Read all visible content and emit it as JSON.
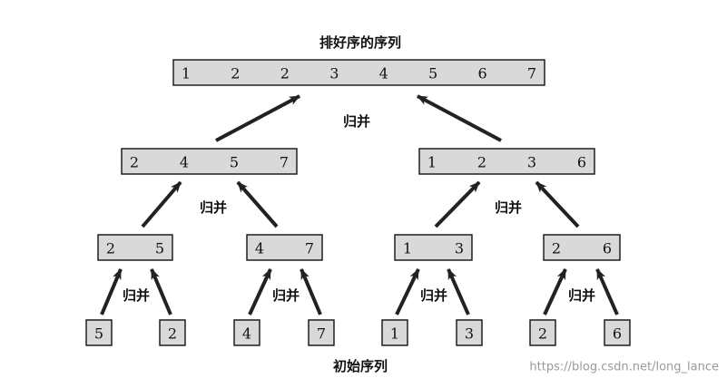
{
  "title_top": "排好序的序列",
  "title_bottom": "初始序列",
  "merge_label": "归并",
  "watermark": "https://blog.csdn.net/long_lance",
  "colors": {
    "box_fill": "#d9d9d9",
    "stroke": "#111111",
    "arrow": "#222222"
  },
  "levels": [
    {
      "name": "initial",
      "groups": [
        [
          "5"
        ],
        [
          "2"
        ],
        [
          "4"
        ],
        [
          "7"
        ],
        [
          "1"
        ],
        [
          "3"
        ],
        [
          "2"
        ],
        [
          "6"
        ]
      ]
    },
    {
      "name": "pairs",
      "groups": [
        [
          "2",
          "5"
        ],
        [
          "4",
          "7"
        ],
        [
          "1",
          "3"
        ],
        [
          "2",
          "6"
        ]
      ]
    },
    {
      "name": "quads",
      "groups": [
        [
          "2",
          "4",
          "5",
          "7"
        ],
        [
          "1",
          "2",
          "3",
          "6"
        ]
      ]
    },
    {
      "name": "sorted",
      "groups": [
        [
          "1",
          "2",
          "2",
          "3",
          "4",
          "5",
          "6",
          "7"
        ]
      ]
    }
  ]
}
